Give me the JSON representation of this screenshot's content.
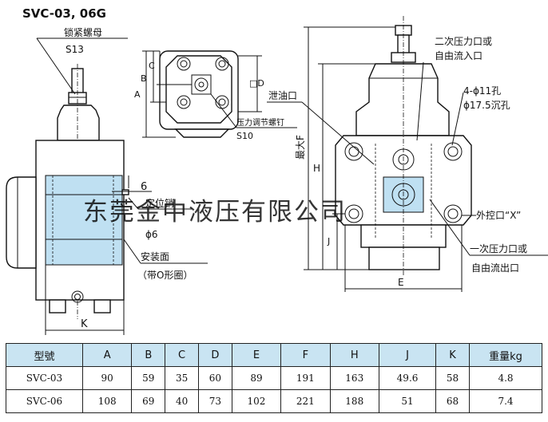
{
  "title": "SVC-03, 06G",
  "callouts": {
    "lock_nut": "锁紧螺母",
    "s13": "S13",
    "adj_screw": "压力调节螺钉",
    "s10": "S10",
    "drain_port": "泄油口",
    "secondary_in_1": "二次压力口或",
    "secondary_in_2": "自由流入口",
    "bolt_holes_1": "4-ϕ11孔",
    "bolt_holes_2": "ϕ17.5沉孔",
    "ext_pilot": "外控口“X”",
    "primary_out_1": "一次压力口或",
    "primary_out_2": "自由流出口",
    "locating_pin": "定位销",
    "pin_dia": "ϕ6",
    "six": "6",
    "mount_face": "安装面",
    "oring": "（带O形圈）",
    "max_f": "最大F"
  },
  "dims": {
    "A": "A",
    "B": "B",
    "C": "C",
    "D": "□D",
    "E": "E",
    "H": "H",
    "J": "J",
    "K": "K"
  },
  "watermark": "东莞金中液压有限公司",
  "table": {
    "headers": [
      "型號",
      "A",
      "B",
      "C",
      "D",
      "E",
      "F",
      "H",
      "J",
      "K",
      "重量kg"
    ],
    "rows": [
      [
        "SVC-03",
        "90",
        "59",
        "35",
        "60",
        "89",
        "191",
        "163",
        "49.6",
        "58",
        "4.8"
      ],
      [
        "SVC-06",
        "108",
        "69",
        "40",
        "73",
        "102",
        "221",
        "188",
        "51",
        "68",
        "7.4"
      ]
    ]
  },
  "colors": {
    "header_bg": "#c9e4f2",
    "blue_fill": "#bfe0f2",
    "watermark": "#86c0e0"
  }
}
